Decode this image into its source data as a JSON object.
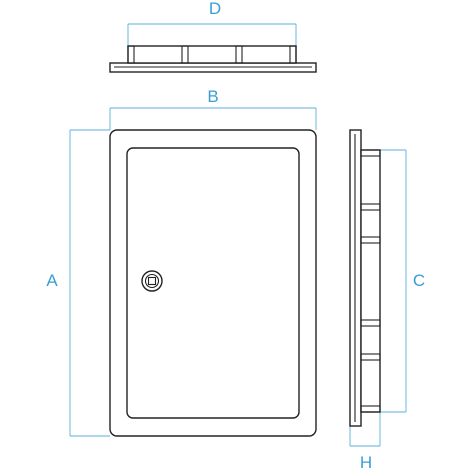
{
  "dimensions": {
    "a": "A",
    "b": "B",
    "c": "C",
    "d": "D",
    "h": "H"
  },
  "colors": {
    "dimension": "#3a9fd0",
    "outline": "#222222",
    "background": "#ffffff"
  }
}
